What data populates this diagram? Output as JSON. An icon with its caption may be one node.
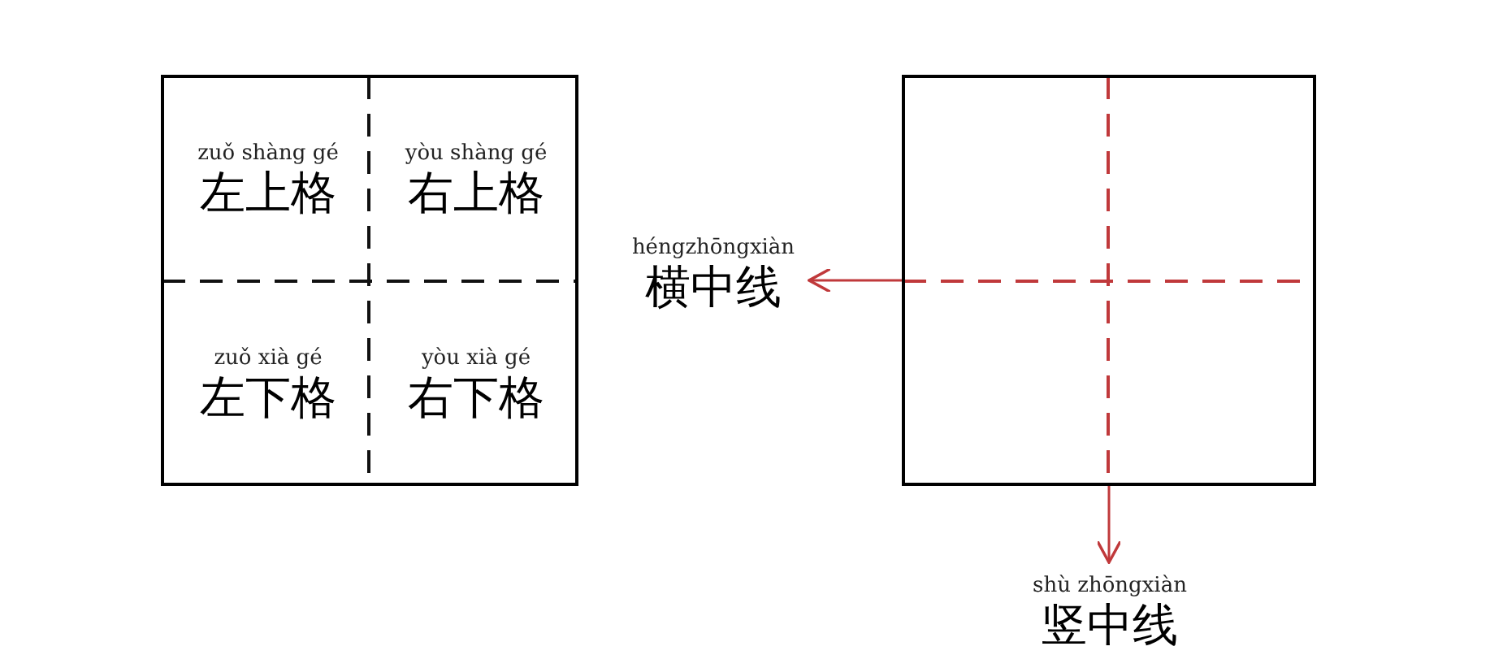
{
  "diagram": {
    "nodes": [
      {
        "text": [],
        "shape": "box"
      },
      {
        "text": [
          "zuǒ shàng gé",
          "左上格"
        ],
        "in": 0
      },
      {
        "text": [
          "yòu shàng gé",
          "右上格"
        ],
        "in": 0
      },
      {
        "text": [
          "zuǒ xià gé",
          "左下格"
        ],
        "in": 0
      },
      {
        "text": [
          "yòu xià gé",
          "右下格"
        ],
        "in": 0
      },
      {
        "text": [],
        "shape": "box"
      },
      {
        "text": [
          "héngzhōngxiàn",
          "横中线"
        ]
      },
      {
        "text": [
          "shù zhōngxiàn",
          "竖中线"
        ]
      }
    ],
    "edges": [
      {
        "from": 5,
        "to": 6,
        "arrow": "to",
        "color": "#c0393b"
      },
      {
        "from": 5,
        "to": 7,
        "arrow": "to",
        "color": "#c0393b"
      }
    ]
  }
}
